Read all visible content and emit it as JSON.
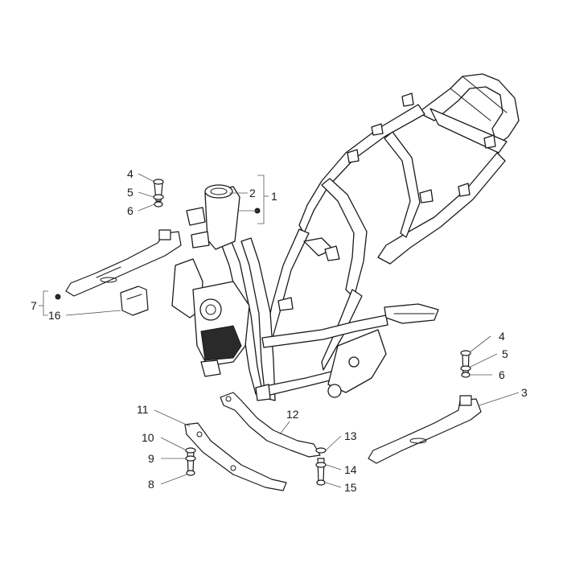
{
  "callouts": [
    {
      "id": "1",
      "label": "1"
    },
    {
      "id": "2",
      "label": "2"
    },
    {
      "id": "3",
      "label": "3"
    },
    {
      "id": "4a",
      "label": "4"
    },
    {
      "id": "5a",
      "label": "5"
    },
    {
      "id": "6a",
      "label": "6"
    },
    {
      "id": "4b",
      "label": "4"
    },
    {
      "id": "5b",
      "label": "5"
    },
    {
      "id": "6b",
      "label": "6"
    },
    {
      "id": "7",
      "label": "7"
    },
    {
      "id": "8",
      "label": "8"
    },
    {
      "id": "9",
      "label": "9"
    },
    {
      "id": "10",
      "label": "10"
    },
    {
      "id": "11",
      "label": "11"
    },
    {
      "id": "12",
      "label": "12"
    },
    {
      "id": "13",
      "label": "13"
    },
    {
      "id": "14",
      "label": "14"
    },
    {
      "id": "15",
      "label": "15"
    },
    {
      "id": "16",
      "label": "16"
    }
  ]
}
